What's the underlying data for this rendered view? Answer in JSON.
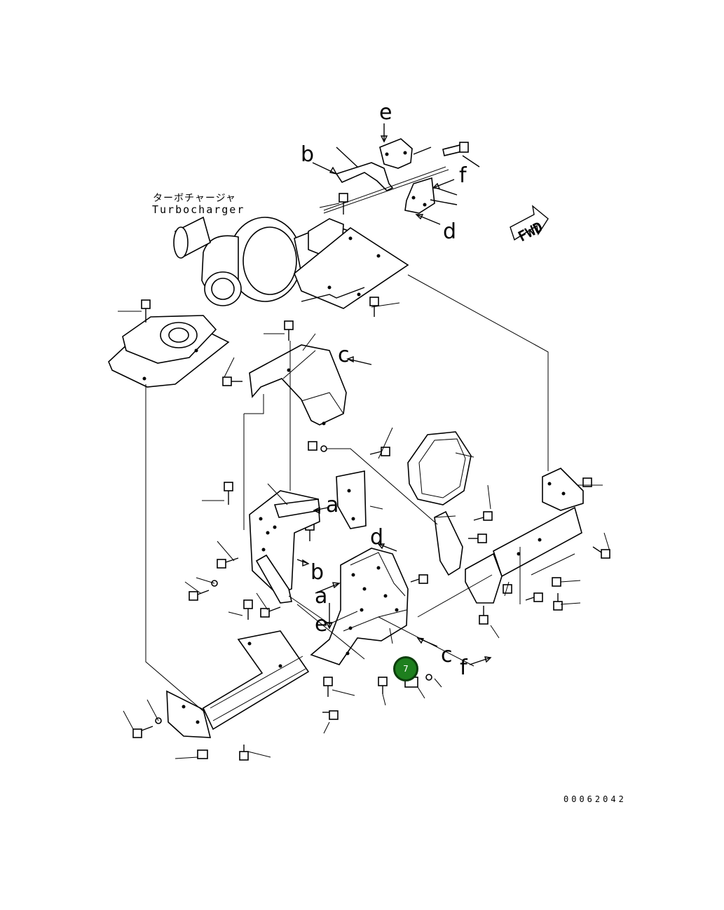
{
  "diagram": {
    "turbocharger_label_jp": "ターボチャージャ",
    "turbocharger_label_en": "Turbocharger",
    "fwd_label": "FWD",
    "drawing_code": "00062042",
    "ref_letters": {
      "a1": "a",
      "a2": "a",
      "b1": "b",
      "b2": "b",
      "c1": "c",
      "c2": "c",
      "d1": "d",
      "d2": "d",
      "e1": "e",
      "e2": "e",
      "f1": "f",
      "f2": "f"
    },
    "callout": {
      "number": "7",
      "color": "#1e7f1e"
    },
    "colors": {
      "line": "#000000",
      "background": "#ffffff"
    }
  }
}
